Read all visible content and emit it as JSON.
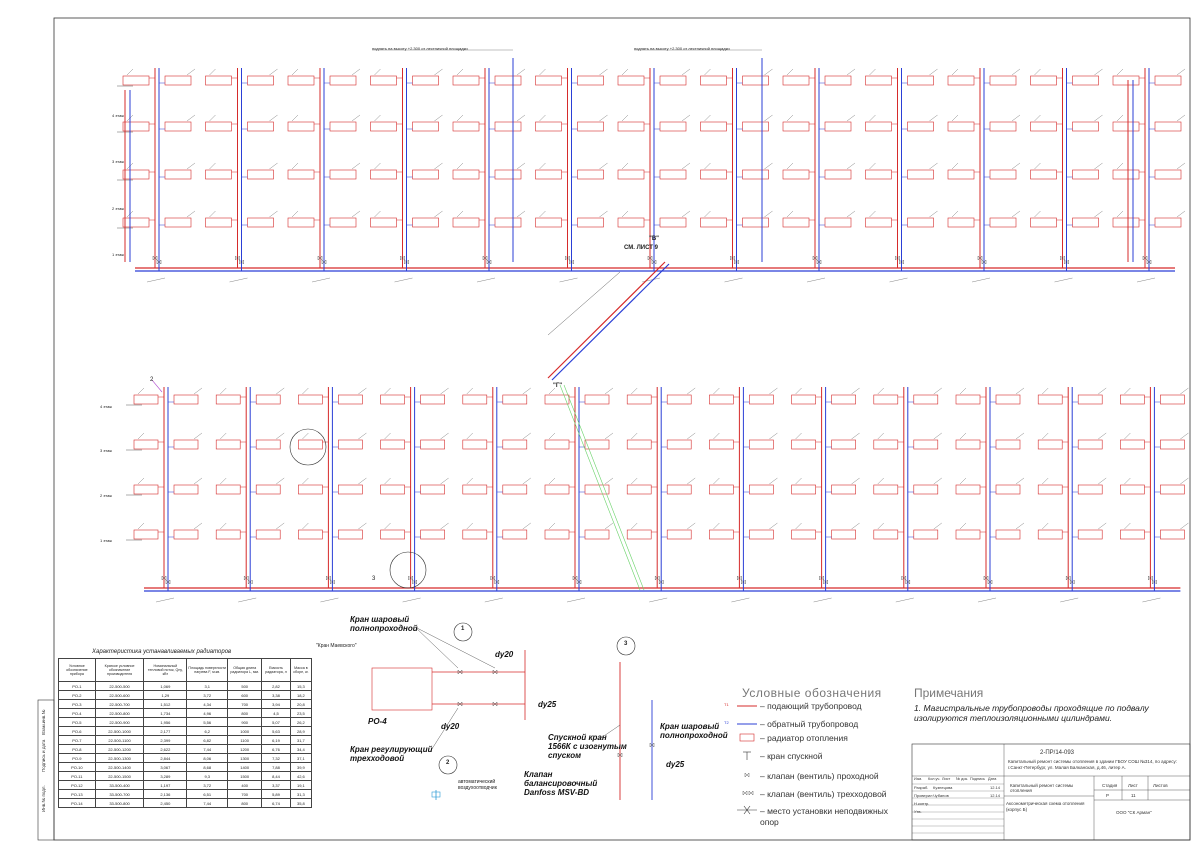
{
  "drawing": {
    "top_note_1": "поднять на высоту +2.300 от лестничной площадки",
    "top_note_2": "поднять на высоту +2.300 от лестничной площадки",
    "ref_v": "\"В\"",
    "ref_v_sheet": "СМ. ЛИСТ 9",
    "ref_g": "\"Г\"",
    "callout_2": "2",
    "callout_3": "3",
    "floors_top": [
      "4 этаж",
      "3 этаж",
      "2 этаж",
      "1 этаж"
    ],
    "floors_bottom": [
      "4 этаж",
      "3 этаж",
      "2 этаж",
      "1 этаж"
    ]
  },
  "table": {
    "title": "Характеристика устанавливаемых радиаторов",
    "headers": [
      "Условное обозначение прибора",
      "Краткое условное обозначение производителя",
      "Номинальный тепловой поток, Qну, кВт",
      "Площадь поверхности нагрева F, м.кв.",
      "Общая длина радиатора L, мм.",
      "Емкость радиатора, л",
      "Масса в сборе, кг."
    ],
    "rows": [
      [
        "РО-1",
        "22-500-500",
        "1,069",
        "3,1",
        "500",
        "2,82",
        "15,3"
      ],
      [
        "РО-2",
        "22-500-600",
        "1,29",
        "3,72",
        "600",
        "3,38",
        "18,2"
      ],
      [
        "РО-3",
        "22-500-700",
        "1,512",
        "4,34",
        "700",
        "3,94",
        "20,8"
      ],
      [
        "РО-4",
        "22-500-800",
        "1,734",
        "4,96",
        "800",
        "4,5",
        "23,5"
      ],
      [
        "РО-5",
        "22-500-900",
        "1,956",
        "5,56",
        "900",
        "5,07",
        "26,2"
      ],
      [
        "РО-6",
        "22-500-1000",
        "2,177",
        "6,2",
        "1000",
        "5,63",
        "28,9"
      ],
      [
        "РО-7",
        "22-500-1100",
        "2,399",
        "6,82",
        "1100",
        "6,19",
        "31,7"
      ],
      [
        "РО-8",
        "22-500-1200",
        "2,622",
        "7,44",
        "1200",
        "6,76",
        "34,4"
      ],
      [
        "РО-9",
        "22-500-1300",
        "2,844",
        "8,06",
        "1300",
        "7,32",
        "37,1"
      ],
      [
        "РО-10",
        "22-500-1400",
        "3,067",
        "8,68",
        "1400",
        "7,88",
        "39,9"
      ],
      [
        "РО-11",
        "22-500-1500",
        "3,289",
        "9,3",
        "1500",
        "8,44",
        "42,6"
      ],
      [
        "РО-12",
        "33-500-400",
        "1,197",
        "3,72",
        "400",
        "3,37",
        "19,1"
      ],
      [
        "РО-13",
        "33-500-700",
        "2,136",
        "6,51",
        "700",
        "5,89",
        "31,3"
      ],
      [
        "РО-14",
        "33-500-800",
        "2,450",
        "7,44",
        "800",
        "6,74",
        "35,8"
      ]
    ]
  },
  "detail1": {
    "number": "1",
    "title": "\"Кран Маевского\"",
    "label_ball": "Кран шаровый полнопроходной",
    "label_dy20": "dy20",
    "label_dy20b": "dy20",
    "label_dy25": "dy25",
    "label_radiator": "РО-4",
    "label_reg": "Кран регулирующий трехходовой"
  },
  "detail2": {
    "number": "2",
    "label": "автоматический воздухоотводчик"
  },
  "detail3": {
    "number": "3",
    "label_ball": "Кран шаровый полнопроходной",
    "label_drain": "Спускной кран 1566К с изогнутым спуском",
    "label_valve": "Клапан балансировочный Danfoss MSV-BD",
    "label_dy25": "dy25"
  },
  "legend": {
    "title": "Условные обозначения",
    "items": [
      {
        "symbol": "Т1 — подающий трубопровод",
        "text": "– подающий трубопровод"
      },
      {
        "symbol": "Т2 — обратный трубопровод",
        "text": "– обратный трубопровод"
      },
      {
        "symbol": "радиатор",
        "text": "– радиатор отопления"
      },
      {
        "symbol": "кран спускной",
        "text": "– кран спускной"
      },
      {
        "symbol": "клапан проходной",
        "text": "– клапан (вентиль) проходной"
      },
      {
        "symbol": "клапан трехходовой",
        "text": "– клапан (вентиль) трехходовой"
      },
      {
        "symbol": "неподвижная опора",
        "text": "– место установки неподвижных опор"
      }
    ],
    "t1": "Т1",
    "t2": "Т2"
  },
  "notes": {
    "title": "Примечания",
    "text": "1. Магистральные трубопроводы проходящие по подвалу изолируются теплоизоляционными цилиндрами."
  },
  "title_block": {
    "code": "2-ПР/14-093",
    "project": "Капитальный ремонт системы отопления в здании ГБОУ СОШ №314, по адресу: г.Санкт-Петербург, ул. Малая Балканская, д.46, литер А.",
    "stage_label": "Стадия",
    "sheet_label": "Лист",
    "sheets_label": "Листов",
    "stage": "Р",
    "sheet": "11",
    "sheets": "",
    "section": "Капитальный ремонт системы отопления",
    "drawing_name": "Аксонометрическая схема отопления (корпус Б)",
    "company": "ООО \"СК Арман\"",
    "roles": [
      "Разраб.",
      "Проверил",
      "Н.контр.",
      "Утв."
    ],
    "names": [
      "Кузнецова",
      "Чубанов",
      "",
      ""
    ],
    "dates": [
      "12.14",
      "12.14",
      "",
      ""
    ],
    "head_cols": [
      "Изм.",
      "Кол.уч.",
      "Лист",
      "№ док.",
      "Подпись",
      "Дата"
    ]
  },
  "side_stamp": {
    "items": [
      "Инв.№ подл.",
      "Подпись и дата",
      "Взам.инв.№"
    ]
  },
  "colors": {
    "supply": "#d62b2b",
    "return": "#2b3fd6",
    "frame": "#333333",
    "accent_green": "#6ad36a"
  }
}
